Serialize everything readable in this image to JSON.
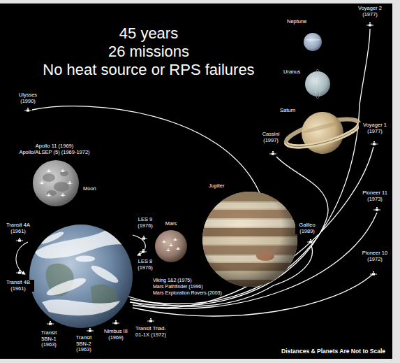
{
  "diagram": {
    "title": "45 years",
    "nodes": [
      {
        "text": [
          "Neptune"
        ]
      },
      {
        "text": [
          "Uranus"
        ]
      },
      {
        "text": [
          "Saturn"
        ]
      },
      {
        "text": [
          "Moon"
        ]
      },
      {
        "text": [
          "Jupiter"
        ]
      },
      {
        "text": [
          "Mars"
        ]
      }
    ],
    "labels": [
      "26 missions",
      "No heat source or RPS failures",
      "Voyager 2 (1977)",
      "Ulysses (1990)",
      "Apollo 11 (1969)",
      "Apollo/ALSEP (5) (1969-1972)",
      "Voyager 1 (1977)",
      "Cassini (1997)",
      "Pioneer 11 (1973)",
      "Transit 4A (1961)",
      "LES 9 (1976)",
      "Galileo (1989)",
      "Viking 1&2 (1975)",
      "Mars Pathfinder (1996)",
      "Mars Exploration Rovers (2003)",
      "LES 8 (1976)",
      "Pioneer 10 (1972)",
      "Transit 4B (1961)",
      "Transit 5BN-1 (1963)",
      "Transit 5BN-2 (1963)",
      "Nimbus III (1969)",
      "Transit Triad-01-1X (1972)",
      "Distances & Planets Are Not to Scale"
    ]
  }
}
